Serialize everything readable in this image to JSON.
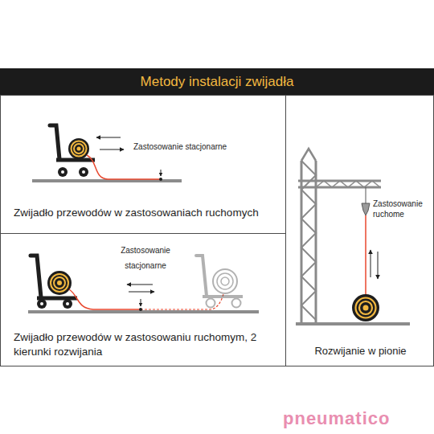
{
  "diagram": {
    "title": "Metody instalacji zwijadła",
    "nodes": [
      {
        "text": [
          "Zastosowanie stacjonarne",
          "Zwijadło przewodów w zastosowaniach ruchomych"
        ]
      },
      {
        "text": [
          "Zastosowanie stacjonarne",
          "Zwijadło przewodów w zastosowaniu ruchomym, 2 kierunki rozwijania"
        ]
      },
      {
        "text": [
          "Zastosowanie ruchome",
          "Rozwijanie w pionie"
        ]
      }
    ],
    "labels": [
      "pneumatico"
    ]
  }
}
